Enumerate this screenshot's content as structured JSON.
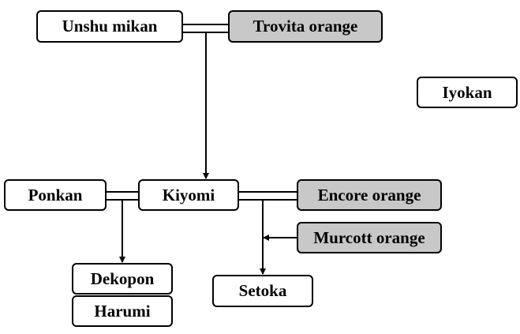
{
  "diagram": {
    "nodes": {
      "unshu": "Unshu mikan",
      "trovita": "Trovita orange",
      "iyokan": "Iyokan",
      "ponkan": "Ponkan",
      "kiyomi": "Kiyomi",
      "encore": "Encore orange",
      "murcott": "Murcott orange",
      "dekopon": "Dekopon",
      "harumi": "Harumi",
      "setoka": "Setoka"
    },
    "crosses": [
      {
        "parents": [
          "Unshu mikan",
          "Trovita orange"
        ],
        "offspring": [
          "Kiyomi"
        ]
      },
      {
        "parents": [
          "Ponkan",
          "Kiyomi"
        ],
        "offspring": [
          "Dekopon",
          "Harumi"
        ]
      },
      {
        "parents": [
          "Kiyomi",
          "Encore orange",
          "Murcott orange"
        ],
        "offspring": [
          "Setoka"
        ]
      }
    ],
    "colors": {
      "line": "#000000",
      "node_fill": "#ffffff",
      "highlight_fill": "#c8c8c8"
    }
  }
}
